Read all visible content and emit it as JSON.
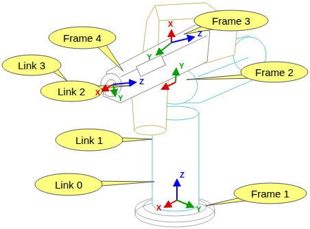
{
  "diagram": {
    "nodes": [
      {
        "text": [
          "Frame 3"
        ]
      },
      {
        "text": [
          "Frame 4"
        ]
      },
      {
        "text": [
          "Link 3"
        ]
      },
      {
        "text": [
          "Frame 2"
        ]
      },
      {
        "text": [
          "Link 2"
        ]
      },
      {
        "text": [
          "Link 1"
        ]
      },
      {
        "text": [
          "Link 0"
        ]
      },
      {
        "text": [
          "Frame 1"
        ]
      }
    ],
    "labels": [
      "X",
      "Y",
      "Z",
      "X",
      "Y",
      "Z",
      "Y",
      "Z",
      "X",
      "Y"
    ]
  }
}
